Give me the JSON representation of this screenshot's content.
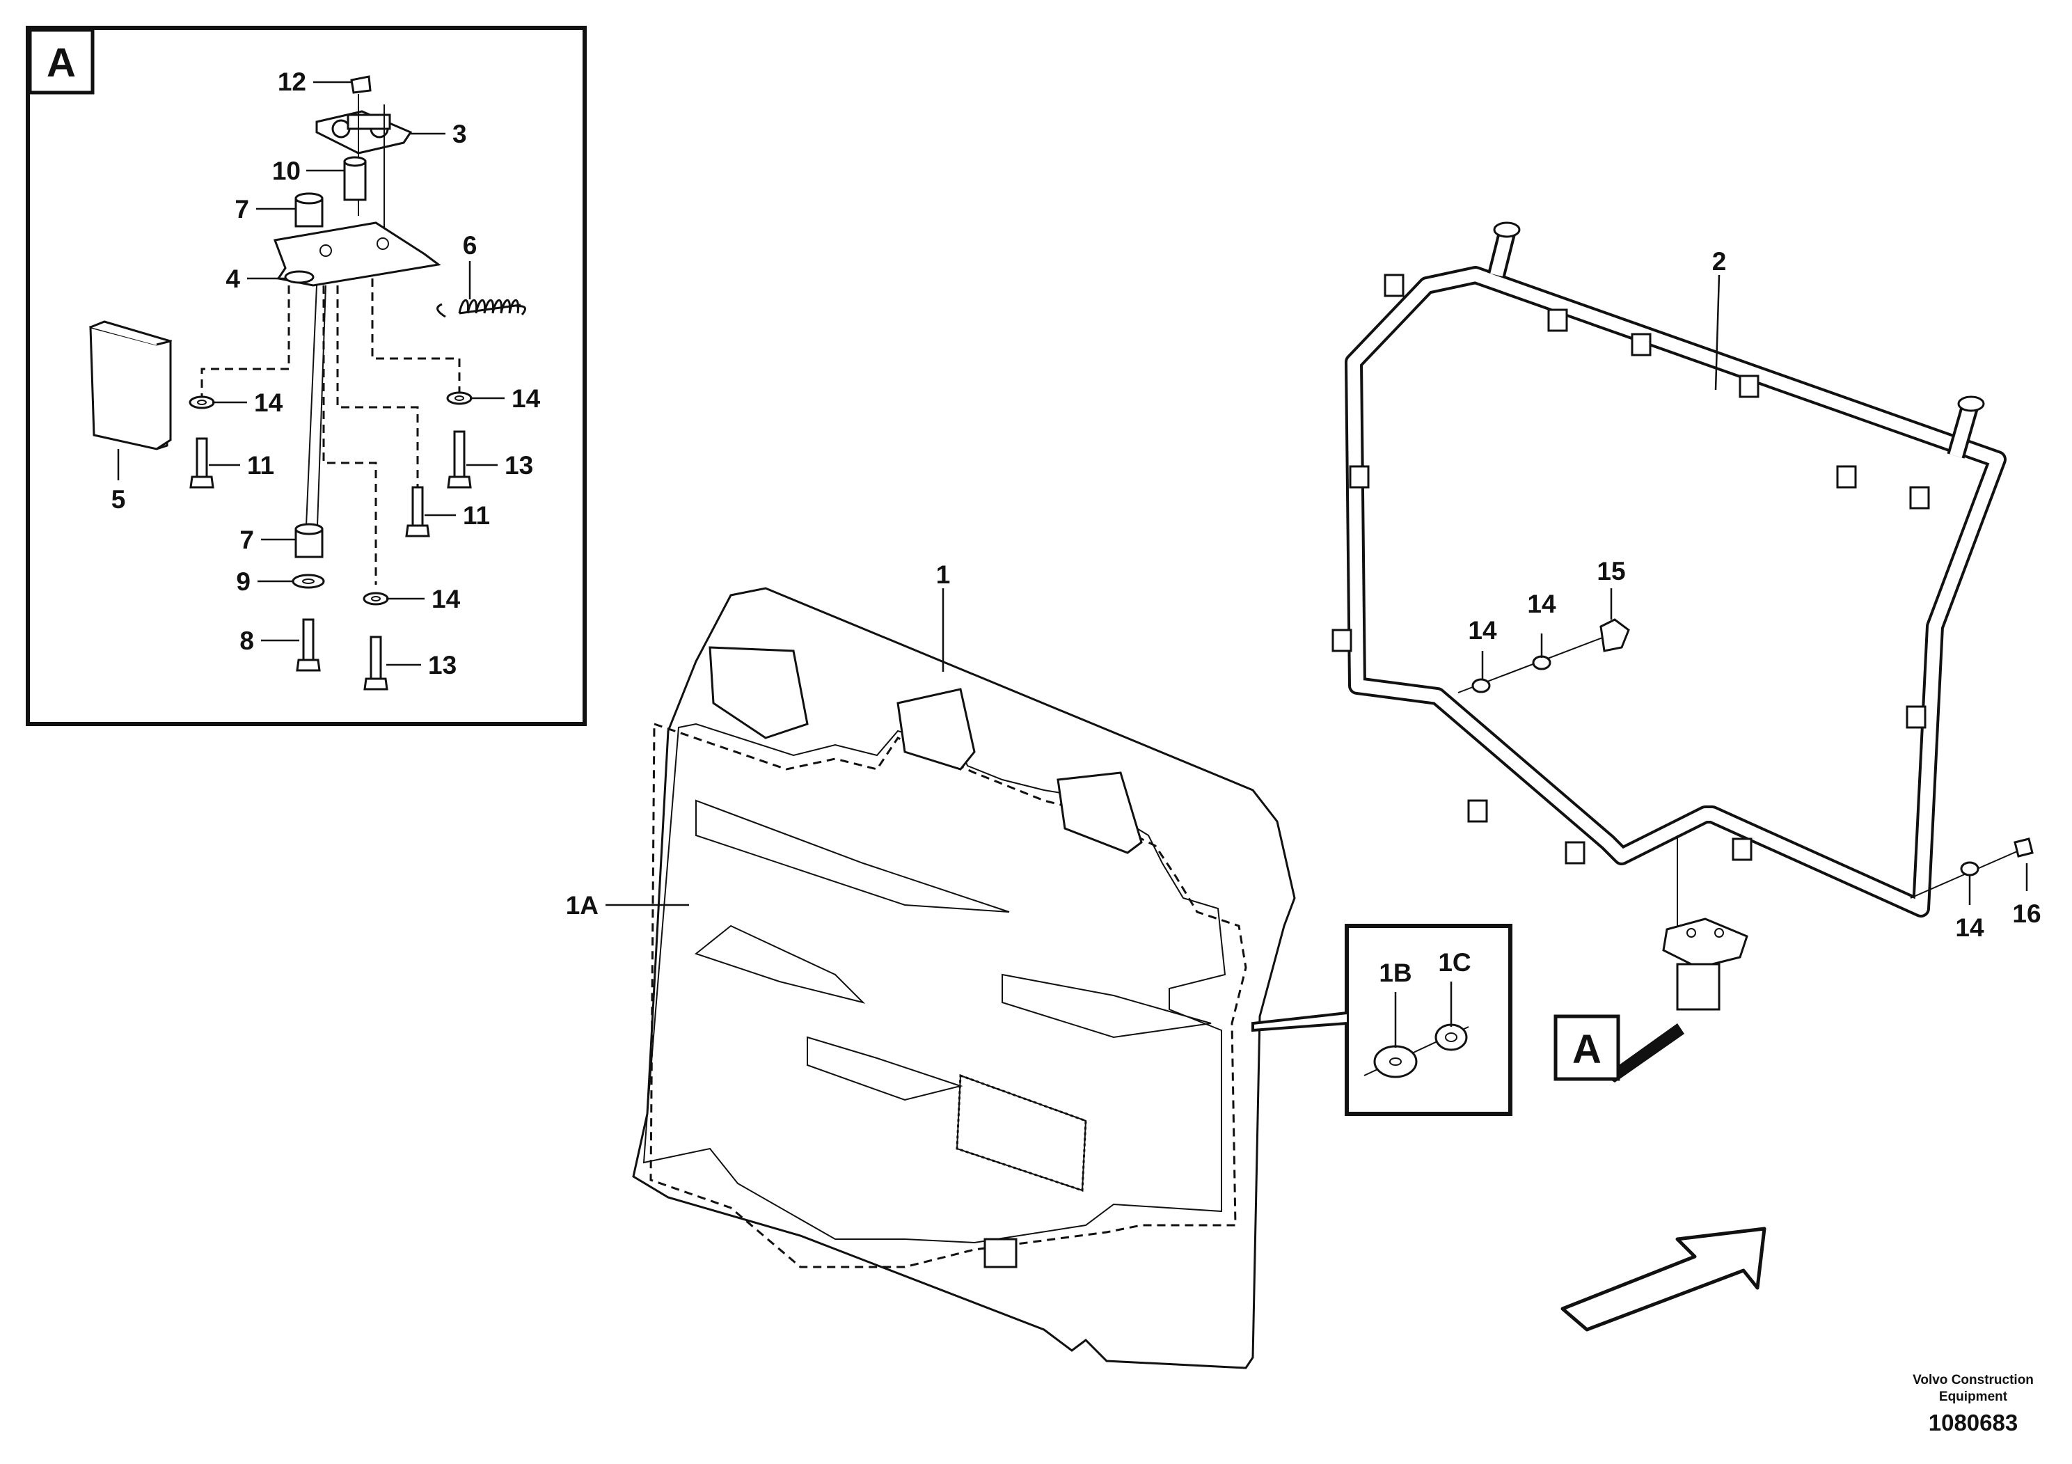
{
  "callouts": {
    "detail_a_tag": "A",
    "detail_a_items": [
      "12",
      "3",
      "10",
      "7",
      "6",
      "4",
      "14",
      "14",
      "11",
      "13",
      "5",
      "11",
      "7",
      "9",
      "14",
      "8",
      "13"
    ],
    "main_items": [
      "1",
      "1A",
      "2",
      "15",
      "14",
      "14",
      "14",
      "16"
    ],
    "inset_items": [
      "1B",
      "1C"
    ],
    "pointer_tag": "A"
  },
  "footer": {
    "company_line1": "Volvo Construction",
    "company_line2": "Equipment",
    "drawing_number": "1080683"
  }
}
